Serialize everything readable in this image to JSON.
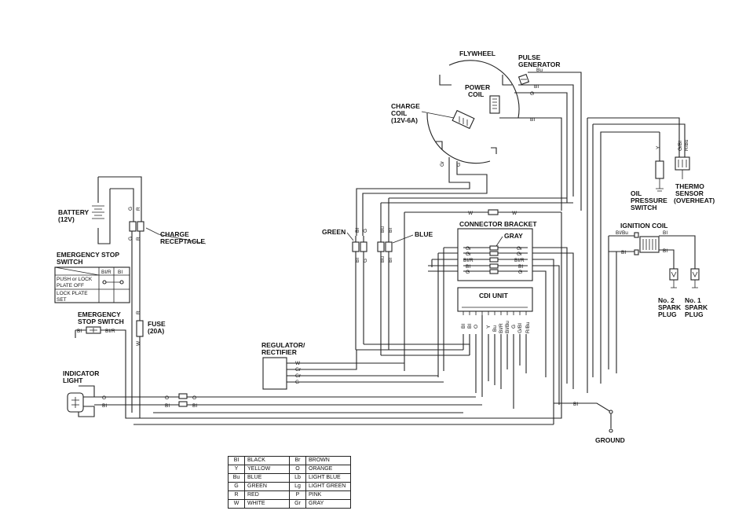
{
  "labels": {
    "flywheel": "FLYWHEEL",
    "pulse_generator": [
      "PULSE",
      "GENERATOR"
    ],
    "power_coil": [
      "POWER",
      "COIL"
    ],
    "charge_coil": [
      "CHARGE",
      "COIL",
      "(12V-6A)"
    ],
    "battery": [
      "BATTERY",
      "(12V)"
    ],
    "charge_receptacle": [
      "CHARGE",
      "RECEPTACLE"
    ],
    "green": "GREEN",
    "blue": "BLUE",
    "connector_bracket": "CONNECTOR BRACKET",
    "gray": "GRAY",
    "cdi_unit": "CDI UNIT",
    "oil_pressure_switch": [
      "OIL",
      "PRESSURE",
      "SWITCH"
    ],
    "thermo_sensor": [
      "THERMO",
      "SENSOR",
      "(OVERHEAT)"
    ],
    "ignition_coil": "IGNITION COIL",
    "spark_plug_2": [
      "No. 2",
      "SPARK",
      "PLUG"
    ],
    "spark_plug_1": [
      "No. 1",
      "SPARK",
      "PLUG"
    ],
    "emergency_stop_switch_table_title": [
      "EMERGENCY STOP",
      "SWITCH"
    ],
    "emergency_stop_switch": [
      "EMERGENCY",
      "STOP SWITCH"
    ],
    "fuse": [
      "FUSE",
      "(20A)"
    ],
    "regulator_rectifier": [
      "REGULATOR/",
      "RECTIFIER"
    ],
    "indicator_light": [
      "INDICATOR",
      "LIGHT"
    ],
    "ground": "GROUND"
  },
  "switch_table": {
    "headers": [
      "BI/R",
      "BI"
    ],
    "rows": [
      [
        "PUSH or LOCK",
        "PLATE OFF"
      ],
      [
        "LOCK PLATE",
        "SET"
      ]
    ]
  },
  "wire_codes": {
    "bu": "Bu",
    "bi": "BI",
    "g": "G",
    "gr": "Gr",
    "w": "W",
    "r": "R",
    "o": "O",
    "y": "Y",
    "bi_r": "BI/R",
    "bi_bu": "BI/Bu",
    "g_bi": "G/BI",
    "r_bu": "R/Bu"
  },
  "color_legend": [
    {
      "code": "BI",
      "name": "BLACK",
      "code2": "Br",
      "name2": "BROWN"
    },
    {
      "code": "Y",
      "name": "YELLOW",
      "code2": "O",
      "name2": "ORANGE"
    },
    {
      "code": "Bu",
      "name": "BLUE",
      "code2": "Lb",
      "name2": "LIGHT BLUE"
    },
    {
      "code": "G",
      "name": "GREEN",
      "code2": "Lg",
      "name2": "LIGHT GREEN"
    },
    {
      "code": "R",
      "name": "RED",
      "code2": "P",
      "name2": "PINK"
    },
    {
      "code": "W",
      "name": "WHITE",
      "code2": "Gr",
      "name2": "GRAY"
    }
  ]
}
